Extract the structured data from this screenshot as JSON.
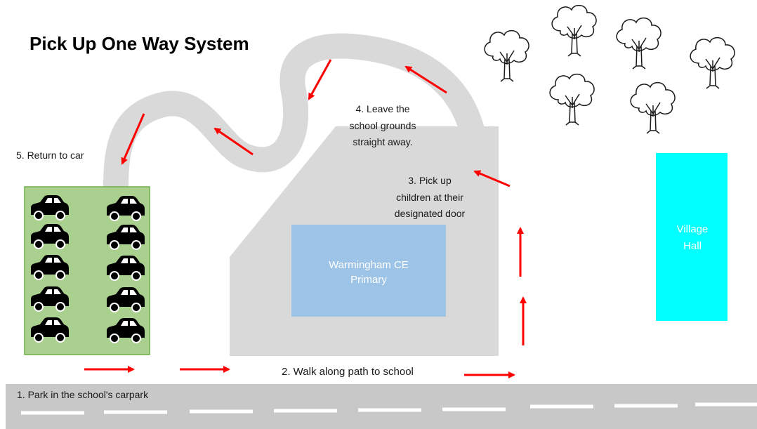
{
  "title": "Pick Up One Way System",
  "steps": {
    "step1": "1. Park in the school's carpark",
    "step2": "2. Walk along path to school",
    "step3": [
      "3. Pick up",
      "children at their",
      "designated door"
    ],
    "step4": [
      "4. Leave the",
      "school grounds",
      "straight away."
    ],
    "step5": "5. Return to car"
  },
  "buildings": {
    "school": [
      "Warmingham CE",
      "Primary"
    ],
    "hall": [
      "Village",
      "Hall"
    ]
  },
  "colors": {
    "road": "#c8c8c8",
    "path": "#d9d9d9",
    "carpark_fill": "#a9d08e",
    "carpark_border": "#70ad47",
    "school": "#9dc3e6",
    "hall": "#00ffff",
    "arrow": "#ff0000"
  },
  "icons": {
    "car": "car-icon",
    "tree": "tree-icon",
    "arrow": "arrow-icon"
  },
  "car_count": 10,
  "tree_count": 6
}
